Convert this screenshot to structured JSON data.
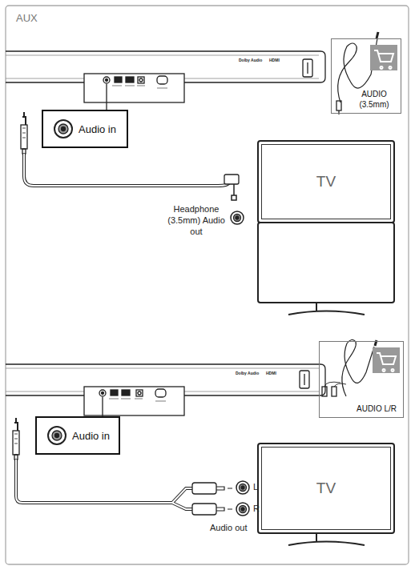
{
  "diagram": {
    "title": "AUX",
    "nodes": [
      {
        "text": [
          "AUDIO (3.5mm)"
        ]
      },
      {
        "text": [
          "Audio in"
        ]
      },
      {
        "text": [
          "TV"
        ]
      },
      {
        "text": [
          "AUDIO L/R"
        ]
      },
      {
        "text": [
          "Audio in"
        ]
      },
      {
        "text": [
          "TV"
        ]
      }
    ],
    "labels": [
      "Dolby Audio",
      "HDMI",
      "Headphone (3.5mm) Audio out",
      "Dolby Audio",
      "HDMI",
      "L",
      "R",
      "Audio out"
    ]
  }
}
